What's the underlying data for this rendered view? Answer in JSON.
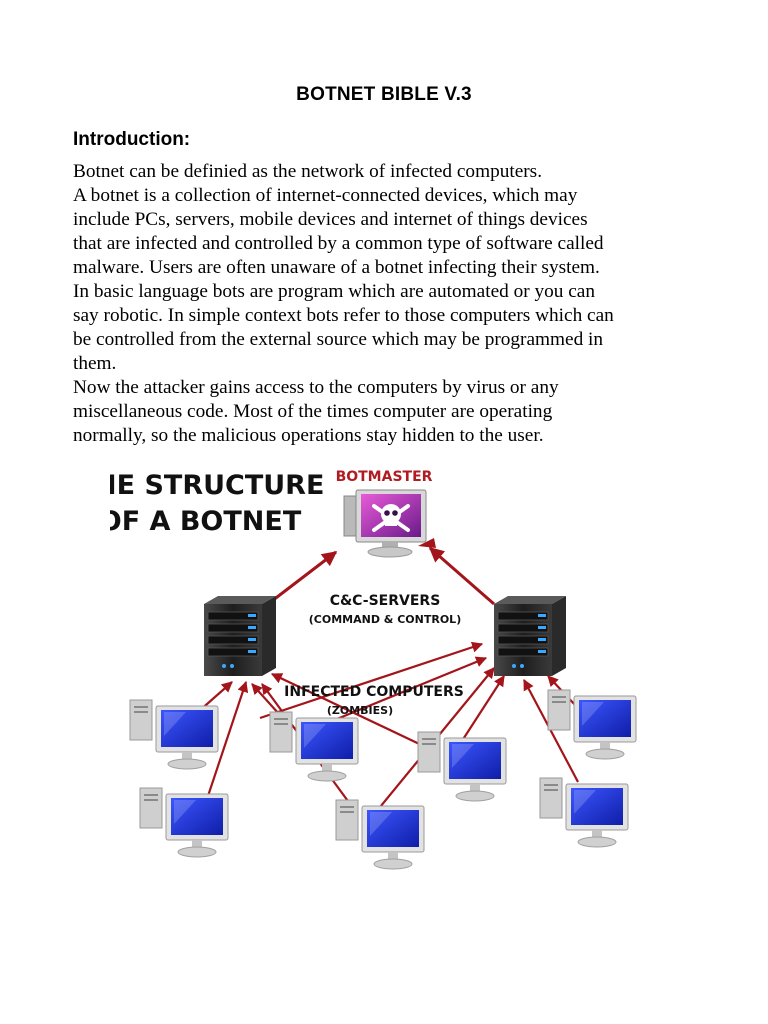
{
  "document": {
    "title": "BOTNET BIBLE V.3",
    "section_heading": "Introduction:",
    "paragraph_lines": [
      "Botnet can be definied as the network of infected computers.",
      "A botnet is a collection of internet-connected devices, which may",
      "include PCs, servers, mobile devices and internet of things devices",
      "that are infected and controlled by a common type of software called",
      "malware. Users are often unaware of a botnet infecting their system.",
      "In basic language bots are program which are automated or you can",
      "say robotic. In simple context bots refer to those computers which can",
      "be controlled from the external source which may be programmed in",
      "them.",
      "Now the attacker gains access to the computers by virus or any",
      "miscellaneous code. Most of the times computer are operating",
      "normally, so the malicious operations stay hidden to the user."
    ]
  },
  "figure": {
    "title_line1": "THE STRUCTURE",
    "title_line2": "OF A BOTNET",
    "botmaster_label": "BOTMASTER",
    "cc_label": "C&C-SERVERS",
    "cc_sublabel": "(COMMAND & CONTROL)",
    "infected_label": "INFECTED COMPUTERS",
    "infected_sublabel": "(ZOMBIES)",
    "colors": {
      "arrow": "#a3151a",
      "botmaster_text": "#b01c22",
      "screen": "#1a2fd6",
      "server": "#2b2b2b",
      "monitor_frame": "#d9d9d9"
    },
    "icons": [
      "skull-crossbones-icon",
      "server-icon",
      "monitor-icon"
    ]
  }
}
